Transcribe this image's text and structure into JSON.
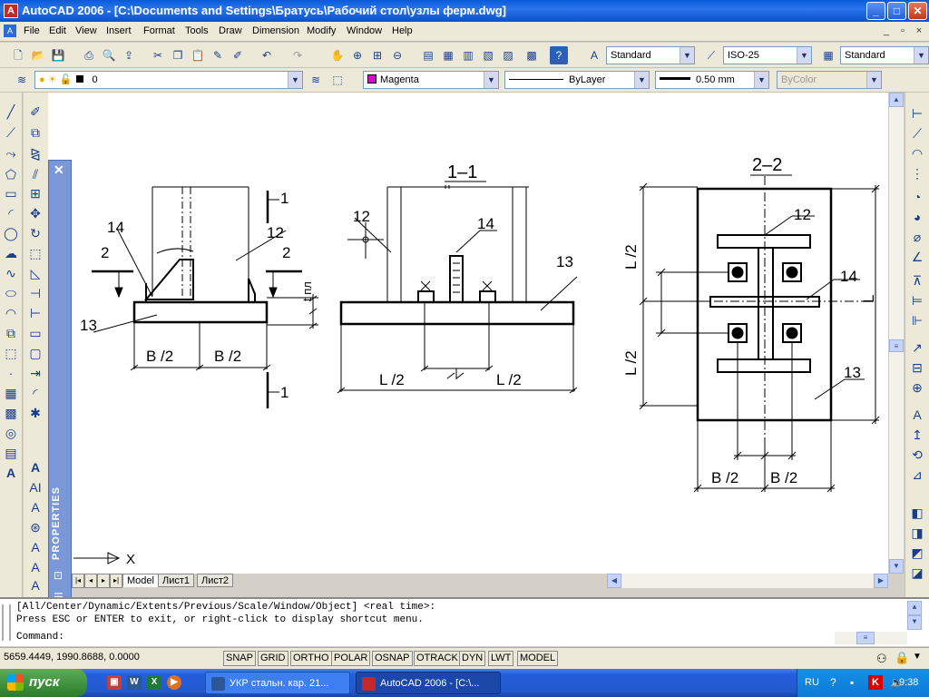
{
  "window": {
    "title": "AutoCAD 2006 - [C:\\Documents and Settings\\Братусь\\Рабочий стол\\узлы ферм.dwg]",
    "app_icon": "autocad-icon",
    "minimize": "_",
    "maximize": "□",
    "close": "✕"
  },
  "menu": {
    "items": [
      "File",
      "Edit",
      "View",
      "Insert",
      "Format",
      "Tools",
      "Draw",
      "Dimension",
      "Modify",
      "Window",
      "Help"
    ],
    "mdi_buttons": [
      "_",
      "▫",
      "×"
    ]
  },
  "standard_toolbar": {
    "text_style": "Standard",
    "dim_style": "ISO-25",
    "table_style": "Standard"
  },
  "layers_toolbar": {
    "layer": "0",
    "color": "Magenta",
    "color_hex": "#d010d0",
    "linetype": "ByLayer",
    "lineweight": "0.50 mm",
    "plotstyle": "ByColor"
  },
  "properties_palette": {
    "label": "PROPERTIES"
  },
  "drawing": {
    "labels": {
      "section_1_1": "1–1",
      "section_2_2": "2–2",
      "n12": "12",
      "n13": "13",
      "n14": "14",
      "n1": "1",
      "n2": "2",
      "b_half": "B /2",
      "l_half": "L /2",
      "t_nl": "t пл",
      "l": "L"
    },
    "axis_x": "X"
  },
  "layout_tabs": {
    "nav": [
      "|◂",
      "◂",
      "▸",
      "▸|"
    ],
    "tabs": [
      "Model",
      "Лист1",
      "Лист2"
    ]
  },
  "command": {
    "line1": "[All/Center/Dynamic/Extents/Previous/Scale/Window/Object] <real time>:",
    "line2": "Press ESC or ENTER to exit, or right-click to display shortcut menu.",
    "line3": "Command:"
  },
  "status": {
    "coords": "5659.4449, 1990.8688, 0.0000",
    "buttons": [
      "SNAP",
      "GRID",
      "ORTHO",
      "POLAR",
      "OSNAP",
      "OTRACK",
      "DYN",
      "LWT",
      "MODEL"
    ]
  },
  "taskbar": {
    "start": "пуск",
    "tasks": [
      {
        "label": "УКР стальн. кар. 21..."
      },
      {
        "label": "AutoCAD 2006 - [C:\\..."
      }
    ],
    "lang": "RU",
    "time": "9:38"
  }
}
